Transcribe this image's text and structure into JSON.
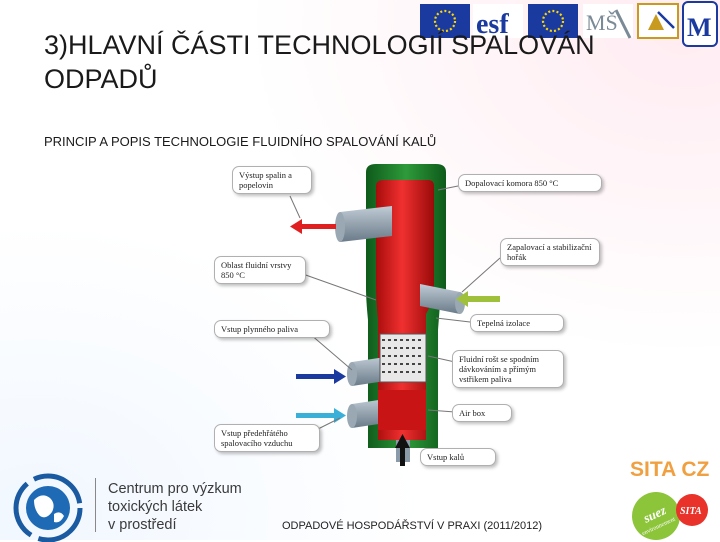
{
  "slide": {
    "title": "3)HLAVNÍ ČÁSTI TECHNOLOGIÍ SPALOVÁN ODPADŮ",
    "subtitle": "PRINCIP A POPIS TECHNOLOGIE FLUIDNÍHO SPALOVÁNÍ KALŮ",
    "footer": "ODPADOVÉ HOSPODÁŘSTVÍ V PRAXI (2011/2012)"
  },
  "header_logos": [
    {
      "name": "eu-flag-logo"
    },
    {
      "name": "esf-logo"
    },
    {
      "name": "eu-stars-logo"
    },
    {
      "name": "msmt-logo"
    },
    {
      "name": "opvk-logo"
    },
    {
      "name": "mu-logo"
    }
  ],
  "organization": {
    "line1": "Centrum pro výzkum",
    "line2": "toxických látek",
    "line3": "v prostředí"
  },
  "sponsor": {
    "sita_cz": "SITA CZ",
    "suez": "suez",
    "suez_sub": "environnement",
    "sita": "SITA"
  },
  "diagram": {
    "labels": {
      "flue_gas_outlet": "Výstup spalin a popelovin",
      "combustion_chamber": "Dopalovací komora 850 °C",
      "ignition_burner": "Zapalovací a stabilizační hořák",
      "fluid_bed_zone": "Oblast fluidní vrstvy 850 °C",
      "thermal_insulation": "Tepelná izolace",
      "gas_fuel_inlet": "Vstup plynného paliva",
      "fluid_grate": "Fluidní rošt se spodním dávkováním a přímým vstřikem paliva",
      "air_box": "Air box",
      "combustion_air_inlet": "Vstup předehřátého spalovacího vzduchu",
      "sludge_inlet": "Vstup kalů"
    },
    "colors": {
      "chamber": "#e01a1a",
      "shell": "#1e7a2a",
      "steel": "#8a9aa8",
      "arrow_red": "#e02020",
      "arrow_green": "#9ec03a",
      "arrow_blue": "#1a3aa0",
      "arrow_cyan": "#3ab0d8"
    }
  }
}
